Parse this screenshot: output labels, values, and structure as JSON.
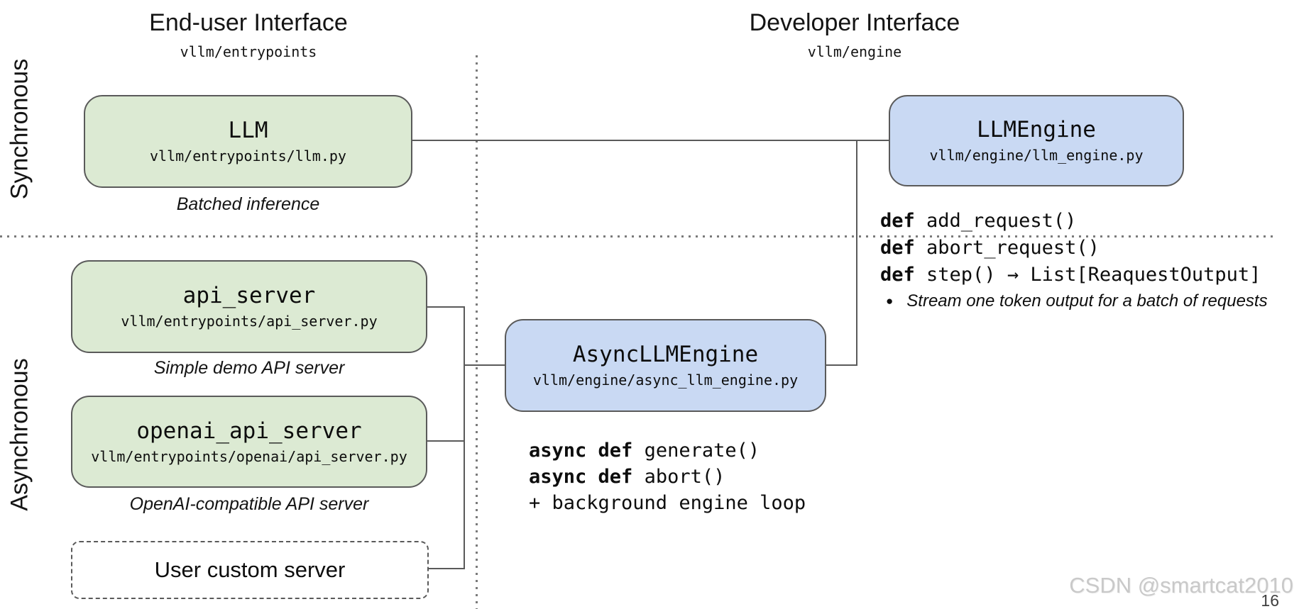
{
  "colors": {
    "green_fill": "#dcead3",
    "blue_fill": "#c9d9f3",
    "box_border": "#5a5a5a",
    "line": "#5a5a5a",
    "dotted_divider": "#7a7a7a",
    "watermark_gray": "#c9c9c9"
  },
  "row_labels": {
    "synchronous": "Synchronous",
    "asynchronous": "Asynchronous"
  },
  "headers": {
    "end_user": {
      "title": "End-user Interface",
      "subtitle": "vllm/entrypoints"
    },
    "developer": {
      "title": "Developer Interface",
      "subtitle": "vllm/engine"
    }
  },
  "nodes": {
    "llm": {
      "title": "LLM",
      "path": "vllm/entrypoints/llm.py",
      "caption": "Batched inference"
    },
    "api_server": {
      "title": "api_server",
      "path": "vllm/entrypoints/api_server.py",
      "caption": "Simple demo API server"
    },
    "openai_api_server": {
      "title": "openai_api_server",
      "path": "vllm/entrypoints/openai/api_server.py",
      "caption": "OpenAI-compatible API server"
    },
    "user_custom_server": {
      "title": "User custom server"
    },
    "llm_engine": {
      "title": "LLMEngine",
      "path": "vllm/engine/llm_engine.py"
    },
    "async_llm_engine": {
      "title": "AsyncLLMEngine",
      "path": "vllm/engine/async_llm_engine.py"
    }
  },
  "llm_engine_api": {
    "lines": [
      {
        "kw": "def",
        "rest": " add_request()"
      },
      {
        "kw": "def",
        "rest": " abort_request()"
      },
      {
        "kw": "def",
        "rest": " step() → List[ReaquestOutput]"
      }
    ],
    "bullet_icon": "●",
    "bullet_note": "Stream one token output for a batch of requests"
  },
  "async_engine_api": {
    "lines": [
      {
        "kw": "async def",
        "rest": " generate()"
      },
      {
        "kw": "async def",
        "rest": " abort()"
      },
      {
        "kw": "",
        "rest": "+ background engine loop"
      }
    ]
  },
  "footer": {
    "watermark": "CSDN @smartcat2010",
    "page_number": "16"
  }
}
